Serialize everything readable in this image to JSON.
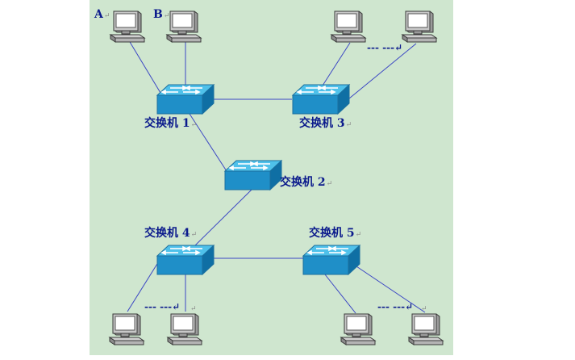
{
  "pc_labels": {
    "a": "A",
    "b": "B"
  },
  "switch_labels": {
    "s1": "交换机 1",
    "s2": "交换机 2",
    "s3": "交换机 3",
    "s4": "交换机 4",
    "s5": "交换机 5"
  },
  "ellipsis": "--- ---",
  "paragraph_mark": "↵",
  "colors": {
    "background": "#cfe6cf",
    "link": "#3b46c4",
    "switch_top": "#4fc1ea",
    "switch_front": "#1f8fc8",
    "switch_side": "#0f6fa4",
    "label": "#0b1a8c"
  },
  "icons": [
    "computer-icon",
    "switch-icon"
  ]
}
